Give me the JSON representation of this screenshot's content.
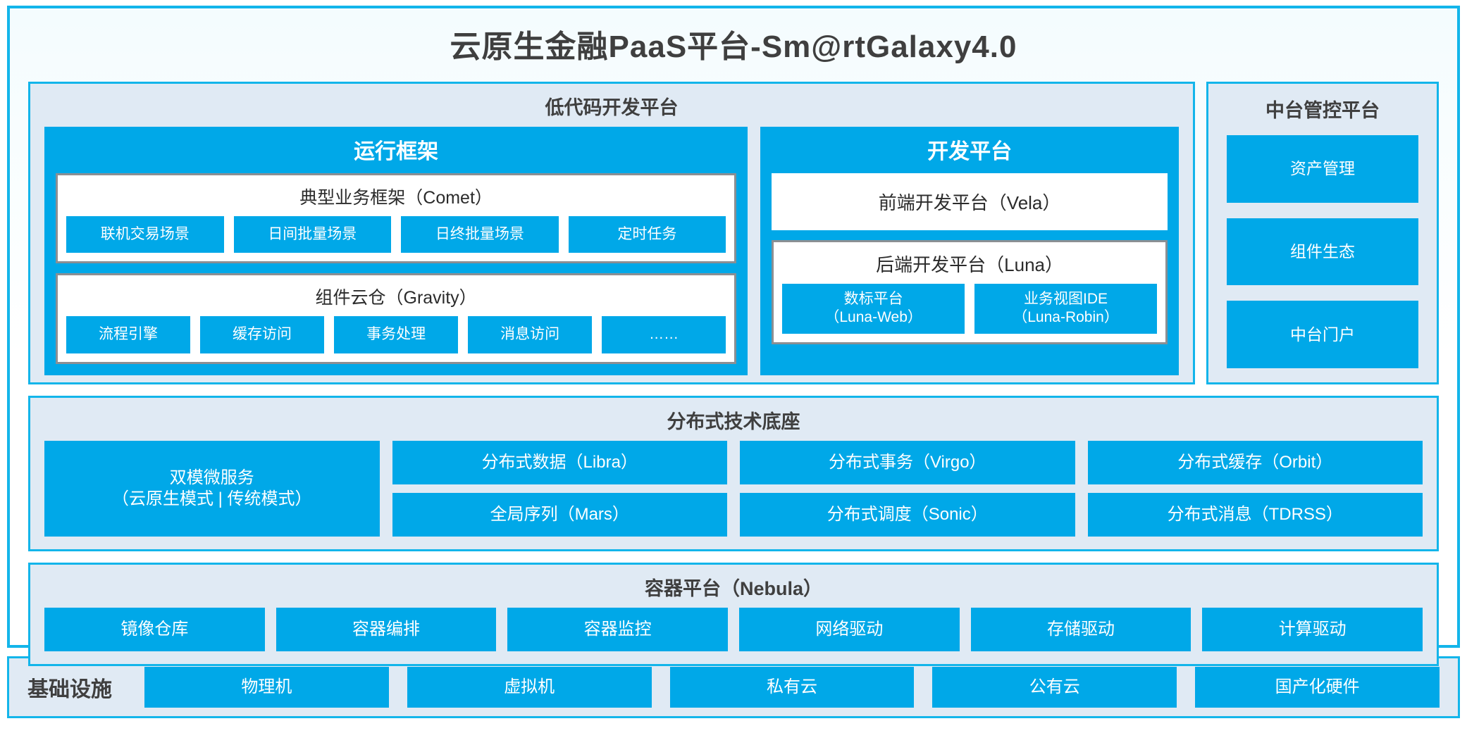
{
  "title": "云原生金融PaaS平台-Sm@rtGalaxy4.0",
  "colors": {
    "accent_border": "#13b5ea",
    "tile_blue": "#00a8e8",
    "panel_bg": "#e0eaf4",
    "box_border_gray": "#8b8f93",
    "text_dark": "#3f3f3f"
  },
  "lowcode": {
    "title": "低代码开发平台",
    "runtime_framework": {
      "title": "运行框架",
      "comet": {
        "title": "典型业务框架（Comet）",
        "tiles": [
          "联机交易场景",
          "日间批量场景",
          "日终批量场景",
          "定时任务"
        ]
      },
      "gravity": {
        "title": "组件云仓（Gravity）",
        "tiles": [
          "流程引擎",
          "缓存访问",
          "事务处理",
          "消息访问",
          "……"
        ]
      }
    },
    "dev_platform": {
      "title": "开发平台",
      "frontend": "前端开发平台（Vela）",
      "backend": {
        "title": "后端开发平台（Luna）",
        "tiles": [
          {
            "line1": "数标平台",
            "line2": "（Luna-Web）"
          },
          {
            "line1": "业务视图IDE",
            "line2": "（Luna-Robin）"
          }
        ]
      }
    }
  },
  "mid_platform": {
    "title": "中台管控平台",
    "tiles": [
      "资产管理",
      "组件生态",
      "中台门户"
    ]
  },
  "distributed": {
    "title": "分布式技术底座",
    "microservice": {
      "line1": "双模微服务",
      "line2": "（云原生模式 | 传统模式）"
    },
    "columns": [
      [
        "分布式数据（Libra）",
        "全局序列（Mars）"
      ],
      [
        "分布式事务（Virgo）",
        "分布式调度（Sonic）"
      ],
      [
        "分布式缓存（Orbit）",
        "分布式消息（TDRSS）"
      ]
    ]
  },
  "container_platform": {
    "title": "容器平台（Nebula）",
    "tiles": [
      "镜像仓库",
      "容器编排",
      "容器监控",
      "网络驱动",
      "存储驱动",
      "计算驱动"
    ]
  },
  "infrastructure": {
    "label": "基础设施",
    "tiles": [
      "物理机",
      "虚拟机",
      "私有云",
      "公有云",
      "国产化硬件"
    ]
  }
}
